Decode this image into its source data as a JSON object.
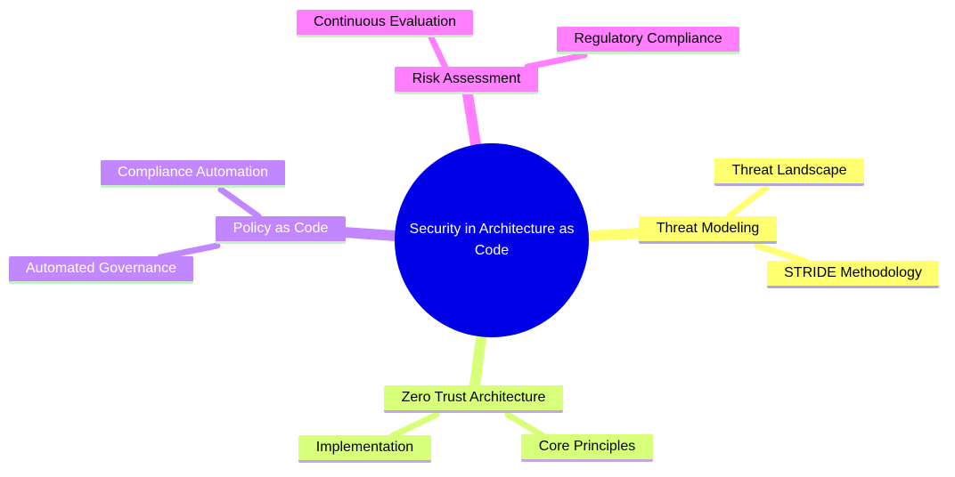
{
  "root": {
    "label": "Security in Architecture as Code",
    "color": "#0000e6"
  },
  "branches": {
    "risk": {
      "label": "Risk Assessment",
      "color": "#ff7fff",
      "children": [
        "Continuous Evaluation",
        "Regulatory Compliance"
      ]
    },
    "policy": {
      "label": "Policy as Code",
      "color": "#c286ff",
      "children": [
        "Compliance Automation",
        "Automated Governance"
      ]
    },
    "threat": {
      "label": "Threat Modeling",
      "color": "#ffff70",
      "children": [
        "Threat Landscape",
        "STRIDE Methodology"
      ]
    },
    "zerotrust": {
      "label": "Zero Trust Architecture",
      "color": "#d8ff7a",
      "children": [
        "Implementation",
        "Core Principles"
      ]
    }
  }
}
